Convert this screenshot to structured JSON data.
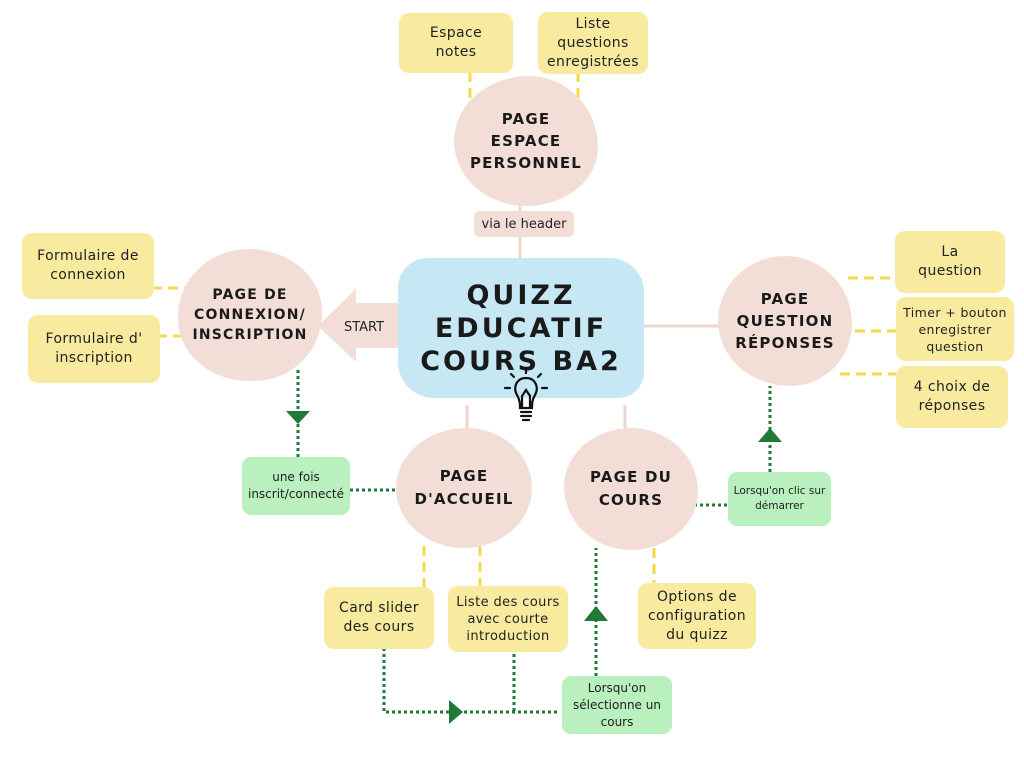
{
  "central": {
    "lines": [
      "QUIZZ",
      "EDUCATIF",
      "COURS BA2"
    ],
    "icon": "lightbulb-icon"
  },
  "start_label": "START",
  "via_header": "via le header",
  "pages": {
    "espace_personnel": [
      "PAGE",
      "ESPACE",
      "PERSONNEL"
    ],
    "connexion": [
      "PAGE DE",
      "CONNEXION/",
      "INSCRIPTION"
    ],
    "question": [
      "PAGE",
      "QUESTION",
      "RÉPONSES"
    ],
    "accueil": [
      "PAGE",
      "D'ACCUEIL"
    ],
    "cours": [
      "PAGE DU",
      "COURS"
    ]
  },
  "notes": {
    "espace_notes": [
      "Espace",
      "notes"
    ],
    "liste_questions": [
      "Liste",
      "questions",
      "enregistrées"
    ],
    "form_connexion": [
      "Formulaire de",
      "connexion"
    ],
    "form_inscription": [
      "Formulaire d'",
      "inscription"
    ],
    "la_question": [
      "La",
      "question"
    ],
    "timer": [
      "Timer + bouton",
      "enregistrer",
      "question"
    ],
    "choix": [
      "4 choix de",
      "réponses"
    ],
    "card_slider": [
      "Card slider",
      "des cours"
    ],
    "liste_cours": [
      "Liste des cours",
      "avec courte",
      "introduction"
    ],
    "options": [
      "Options de",
      "configuration",
      "du quizz"
    ]
  },
  "triggers": {
    "inscrit": [
      "une fois",
      "inscrit/connecté"
    ],
    "demarrer": [
      "Lorsqu'on clic sur",
      "démarrer"
    ],
    "selectionne": [
      "Lorsqu'on",
      "sélectionne un",
      "cours"
    ]
  },
  "colors": {
    "page_bubble": "#f3ded7",
    "central": "#c6e8f5",
    "note": "#f8eba0",
    "trigger": "#b9f0bd",
    "yellow_connector": "#f5d94a",
    "green_connector": "#1f7a3a",
    "pink_connector": "#ecd7cf"
  }
}
